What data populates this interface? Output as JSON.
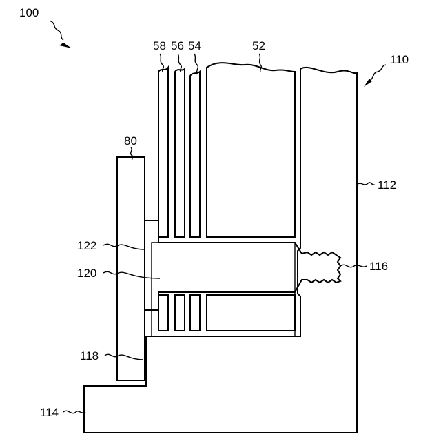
{
  "figure": {
    "labels": {
      "assembly": "100",
      "housing": "110",
      "housing_right_wall": "112",
      "housing_base": "114",
      "thread": "116",
      "lower_part": "118",
      "stem": "120",
      "neck": "122",
      "plate": "80",
      "block": "52",
      "layer_54": "54",
      "layer_56": "56",
      "layer_58": "58"
    }
  }
}
